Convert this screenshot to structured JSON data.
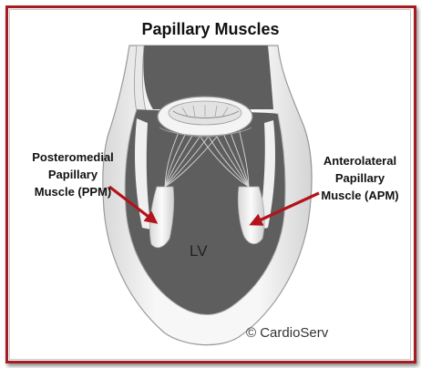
{
  "title": "Papillary Muscles",
  "labels": {
    "ppm": [
      "Posteromedial",
      "Papillary",
      "Muscle (PPM)"
    ],
    "apm": [
      "Anterolateral",
      "Papillary",
      "Muscle (APM)"
    ],
    "lv": "LV"
  },
  "copyright": "© CardioServ",
  "colors": {
    "border": "#a41d22",
    "arrow": "#b3141b",
    "cavity": "#5e5e5e",
    "wall": "#f2f2f2"
  }
}
